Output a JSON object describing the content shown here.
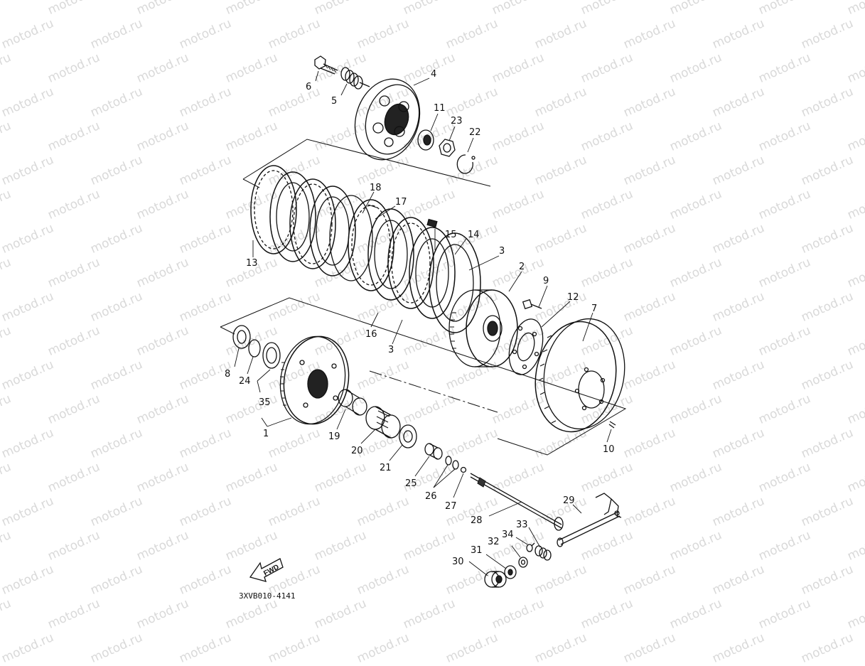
{
  "watermark": "motod.ru",
  "drawing_code": "3XVB010-4141",
  "direction_badge": "FWD",
  "callouts": {
    "c1": "1",
    "c2": "2",
    "c3a": "3",
    "c3b": "3",
    "c4": "4",
    "c5": "5",
    "c6": "6",
    "c7": "7",
    "c8": "8",
    "c9": "9",
    "c10": "10",
    "c11": "11",
    "c12": "12",
    "c13": "13",
    "c14": "14",
    "c15": "15",
    "c16": "16",
    "c17": "17",
    "c18": "18",
    "c19": "19",
    "c20": "20",
    "c21": "21",
    "c22": "22",
    "c23": "23",
    "c24": "24",
    "c25": "25",
    "c26": "26",
    "c27": "27",
    "c28": "28",
    "c29": "29",
    "c30": "30",
    "c31": "31",
    "c32": "32",
    "c33": "33",
    "c34": "34",
    "c35": "35"
  }
}
